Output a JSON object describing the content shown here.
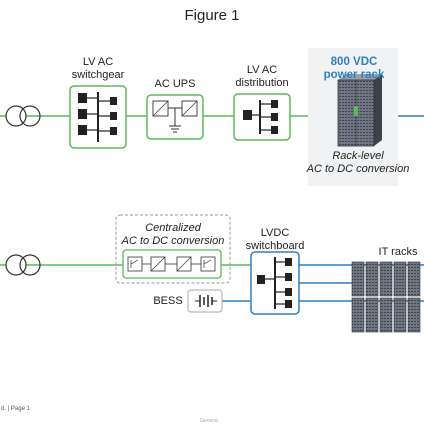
{
  "title": "Figure 1",
  "top_row": {
    "lv_ac_switchgear": "LV AC\nswitchgear",
    "ac_ups": "AC UPS",
    "lv_ac_distribution": "LV AC\ndistribution",
    "power_rack": "800 VDC\npower rack",
    "rack_level": "Rack-level\nAC to DC conversion"
  },
  "bottom_row": {
    "centralized": "Centralized\nAC to DC conversion",
    "lvdc_switchboard": "LVDC\nswitchboard",
    "it_racks": "IT racks",
    "bess": "BESS"
  },
  "footer": {
    "page_text": "d. | Page 1",
    "classification": "General"
  },
  "colors": {
    "ac_line": "#5cb85c",
    "dc_line": "#2f7fc1",
    "box_border": "#5cb85c"
  }
}
